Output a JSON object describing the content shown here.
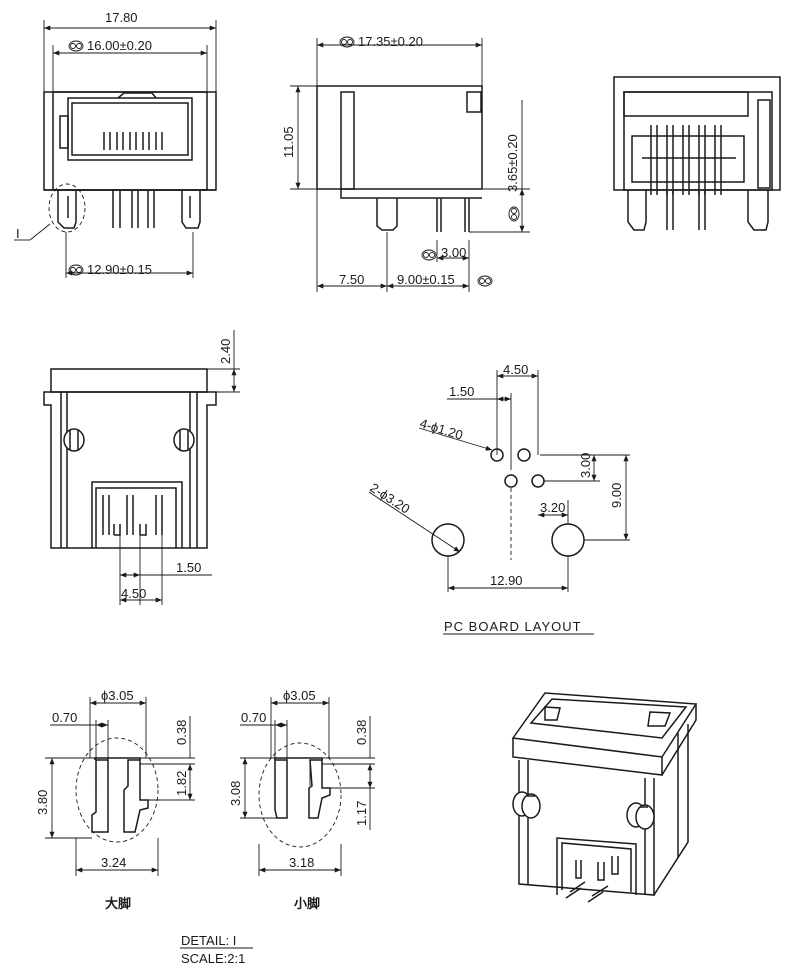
{
  "front_view": {
    "overall_width": "17.80",
    "shell_width": "16.00±0.20",
    "pin_span": "12.90±0.15",
    "detail_marker": "I"
  },
  "side_view": {
    "depth": "17.35±0.20",
    "height": "11.05",
    "pin_height": "3.65±0.20",
    "pin_step": "3.00",
    "front_offset": "7.50",
    "pin_pitch": "9.00±0.15"
  },
  "bottom_view": {
    "top_step": "2.40",
    "pin_pitch_small": "1.50",
    "pin_pitch_large": "4.50"
  },
  "pcb_layout": {
    "title": "PC BOARD LAYOUT",
    "span_top": "4.50",
    "pitch": "1.50",
    "small_holes": "4-ϕ1.20",
    "large_holes": "2-ϕ3.20",
    "row_offset": "3.00",
    "total_height": "9.00",
    "post_offset": "3.20",
    "post_span": "12.90"
  },
  "detail_large": {
    "diameter": "ϕ3.05",
    "slot": "0.70",
    "top_gap": "0.38",
    "height": "3.80",
    "inner": "1.82",
    "width": "3.24",
    "caption": "大脚"
  },
  "detail_small": {
    "diameter": "ϕ3.05",
    "slot": "0.70",
    "top_gap": "0.38",
    "height": "3.08",
    "inner": "1.17",
    "width": "3.18",
    "caption": "小脚"
  },
  "footer": {
    "detail": "DETAIL: I",
    "scale": "SCALE:2:1"
  }
}
